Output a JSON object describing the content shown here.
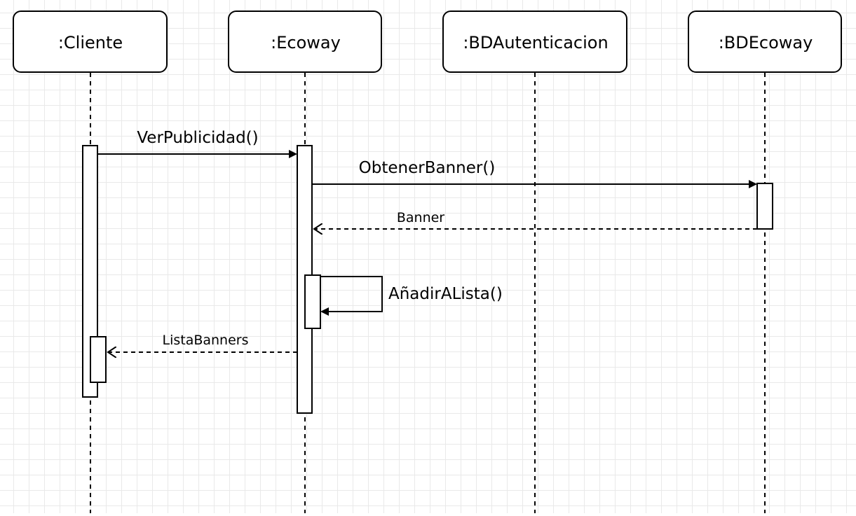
{
  "participants": {
    "cliente": ":Cliente",
    "ecoway": ":Ecoway",
    "bdautenticacion": ":BDAutenticacion",
    "bdecoway": ":BDEcoway"
  },
  "messages": {
    "ver_publicidad": "VerPublicidad()",
    "obtener_banner": "ObtenerBanner()",
    "banner": "Banner",
    "anadir_a_lista": "AñadirALista()",
    "lista_banners": "ListaBanners"
  }
}
